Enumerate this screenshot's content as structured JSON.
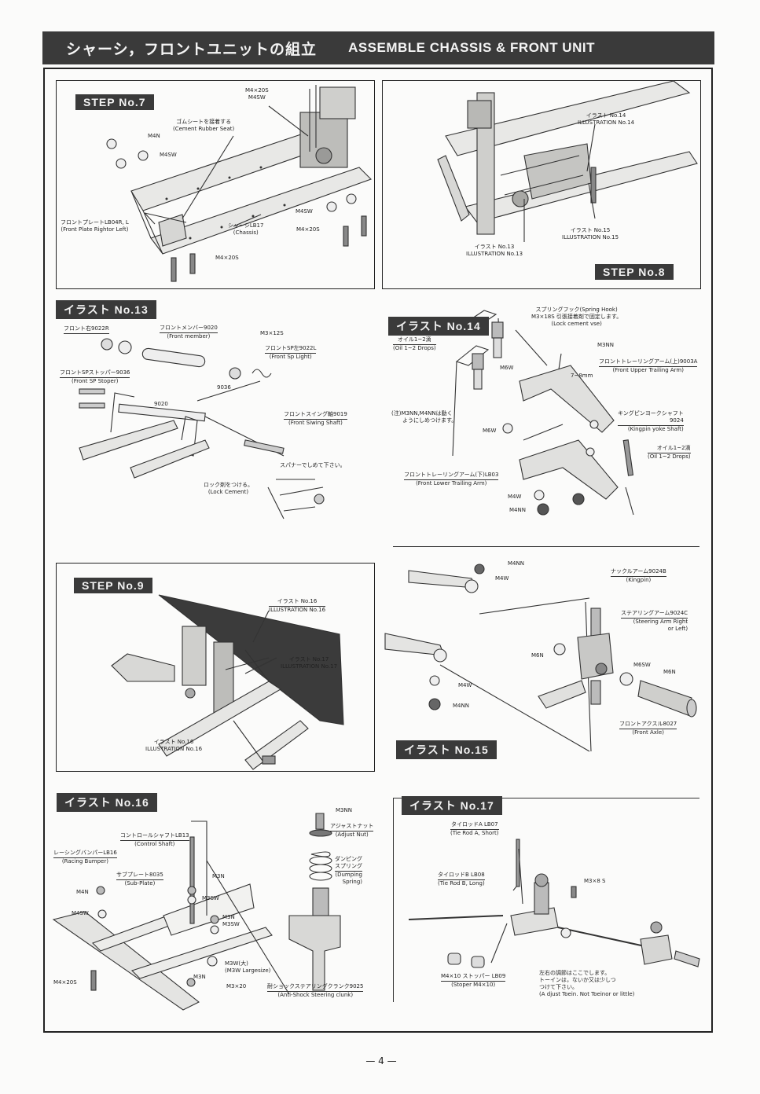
{
  "header": {
    "title_jp": "シャーシ，フロントユニットの組立",
    "title_en": "ASSEMBLE CHASSIS & FRONT UNIT"
  },
  "step7": {
    "tag": "STEP No.7",
    "labels": {
      "m4x20s_top": "M4×20S",
      "m4sw_top": "M4SW",
      "rubber_jp": "ゴムシートを接着する",
      "rubber_en": "(Cement Rubber Seat)",
      "m4n": "M4N",
      "m4sw_left": "M4SW",
      "plate_jp": "フロントプレートLB04R, L",
      "plate_en": "(Front Plate Rightor Left)",
      "chassis_jp": "シャーシLB17",
      "chassis_en": "(Chassis)",
      "m4sw_right": "M4SW",
      "m4x20s_right": "M4×20S",
      "m4x20s_bottom": "M4×20S"
    }
  },
  "step8": {
    "tag": "STEP No.8",
    "labels": {
      "ill14_jp": "イラスト No.14",
      "ill14_en": "ILLUSTRATION No.14",
      "ill15_jp": "イラスト No.15",
      "ill15_en": "ILLUSTRATION No.15",
      "ill13_jp": "イラスト No.13",
      "ill13_en": "ILLUSTRATION No.13"
    }
  },
  "ill13": {
    "tag": "イラスト No.13",
    "labels": {
      "front_r_jp": "フロント右9022R",
      "member_jp": "フロントメンバー9020",
      "member_en": "(Front member)",
      "m3x12s": "M3×12S",
      "sp_l_jp": "フロントSP左9022L",
      "sp_l_en": "(Front Sp Light)",
      "stopper_jp": "フロントSPストッパー9036",
      "stopper_en": "(Front SP Stoper)",
      "p9036": "9036",
      "p9020": "9020",
      "swing_jp": "フロントスイング軸9019",
      "swing_en": "(Front Siwing Shaft)",
      "lock_jp": "ロック剤をつける。",
      "lock_en": "(Lock Cement)",
      "spanner_jp": "スパナーでしめて下さい。"
    }
  },
  "ill14": {
    "tag": "イラスト No.14",
    "labels": {
      "hook_jp": "スプリングフック(Spring Hook)",
      "hook_jp2": "M3×18S 引張接着剤で固定します。",
      "hook_en": "(Lock cement vse)",
      "oil_jp": "オイル1~2滴",
      "oil_en": "(Oil 1~2 Drops)",
      "m3nn": "M3NN",
      "m6w_top": "M6W",
      "gap": "7~8mm",
      "upper_jp": "フロントトレーリングアーム(上)9003A",
      "upper_en": "(Front Upper Trailing Arm)",
      "note_jp": "(注)M3NN,M4NNは動く",
      "note_jp2": "ようにしめつけます。",
      "kingpin_jp": "キングピンヨークシャフト",
      "kingpin_num": "9024",
      "kingpin_en": "(Kingpin yoke Shaft)",
      "m6w_mid": "M6W",
      "oil2_jp": "オイル1~2滴",
      "oil2_en": "(Oil 1~2 Drops)",
      "lower_jp": "フロントトレーリングアーム(下)LB03",
      "lower_en": "(Front Lower Trailing Arm)",
      "m4w": "M4W",
      "m4nn": "M4NN"
    }
  },
  "step9": {
    "tag": "STEP No.9",
    "labels": {
      "ill16_jp": "イラスト No.16",
      "ill16_en": "ILLUSTRATION No.16",
      "ill17_jp": "イラスト No.17",
      "ill17_en": "ILLUSTRATION No.17",
      "ill16b_jp": "イラスト No.16",
      "ill16b_en": "ILLUSTRATION No.16"
    }
  },
  "ill15": {
    "tag": "イラスト No.15",
    "labels": {
      "m4nn_top": "M4NN",
      "m4w_top": "M4W",
      "knuckle_jp": "ナックルアーム9024B",
      "knuckle_en": "(Kingpin)",
      "steer_jp": "ステアリングアーム9024C",
      "steer_en": "(Steering Arm Right",
      "steer_en2": "or Left)",
      "m6n_left": "M6N",
      "m6sw": "M6SW",
      "m6n_right": "M6N",
      "m4w_bottom": "M4W",
      "m4nn_bottom": "M4NN",
      "axle_jp": "フロントアクスル8027",
      "axle_en": "(Front Axle)"
    }
  },
  "ill16": {
    "tag": "イラスト No.16",
    "labels": {
      "m3nn": "M3NN",
      "adjust_jp": "アジャストナット",
      "adjust_en": "(Adjust Nut)",
      "control_jp": "コントロールシャフトLB13",
      "control_en": "(Control Shaft)",
      "damp_jp": "ダンピング",
      "damp_jp2": "スプリング",
      "damp_en": "(Dumping",
      "damp_en2": "Spring)",
      "bumper_jp": "レーシングバンパーLB16",
      "bumper_en": "(Racing Bumper)",
      "sub_jp": "サブプレート8035",
      "sub_en": "(Sub-Plate)",
      "m3n_a": "M3N",
      "m4n": "M4N",
      "m3sw_a": "M3SW",
      "m4sw": "M4SW",
      "m3n_b": "M3N",
      "m3sw_b": "M3SW",
      "m3w_jp": "M3W(大)",
      "m3w_en": "(M3W Largesize)",
      "m3n_c": "M3N",
      "m3x20": "M3×20",
      "m4x20s": "M4×20S",
      "shock_jp": "耐ショックステアリングクランク9025",
      "shock_en": "(Anti-Shock Steering clunk)"
    }
  },
  "ill17": {
    "tag": "イラスト No.17",
    "labels": {
      "rod_a_jp": "タイロッドA LB07",
      "rod_a_en": "(Tie Rod A, Short)",
      "rod_b_jp": "タイロッドB LB08",
      "rod_b_en": "(Tie Rod B, Long)",
      "m3x8s": "M3×8 S",
      "stopper_jp": "M4×10 ストッパー LB09",
      "stopper_en": "(Stoper M4×10)",
      "adj_jp": "左右の調節はここでします。",
      "adj_jp2": "トーインは，ないか又は少しつ",
      "adj_jp3": "つけて下さい。",
      "adj_en": "(A djust Toein. Not Toeinor or little)"
    }
  },
  "page_number": "— 4 —"
}
